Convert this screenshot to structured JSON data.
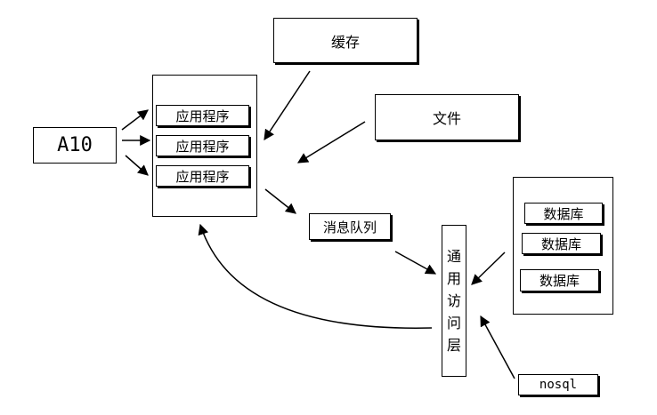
{
  "a10": {
    "label": "A10"
  },
  "app_group": {
    "items": [
      {
        "label": "应用程序"
      },
      {
        "label": "应用程序"
      },
      {
        "label": "应用程序"
      }
    ]
  },
  "cache": {
    "label": "缓存"
  },
  "file": {
    "label": "文件"
  },
  "message_queue": {
    "label": "消息队列"
  },
  "access_layer": {
    "chars": [
      "通",
      "用",
      "访",
      "问",
      "层"
    ]
  },
  "database_group": {
    "items": [
      {
        "label": "数据库"
      },
      {
        "label": "数据库"
      },
      {
        "label": "数据库"
      }
    ]
  },
  "nosql": {
    "label": "nosql"
  },
  "colors": {
    "line": "#000000",
    "fill": "#ffffff"
  }
}
